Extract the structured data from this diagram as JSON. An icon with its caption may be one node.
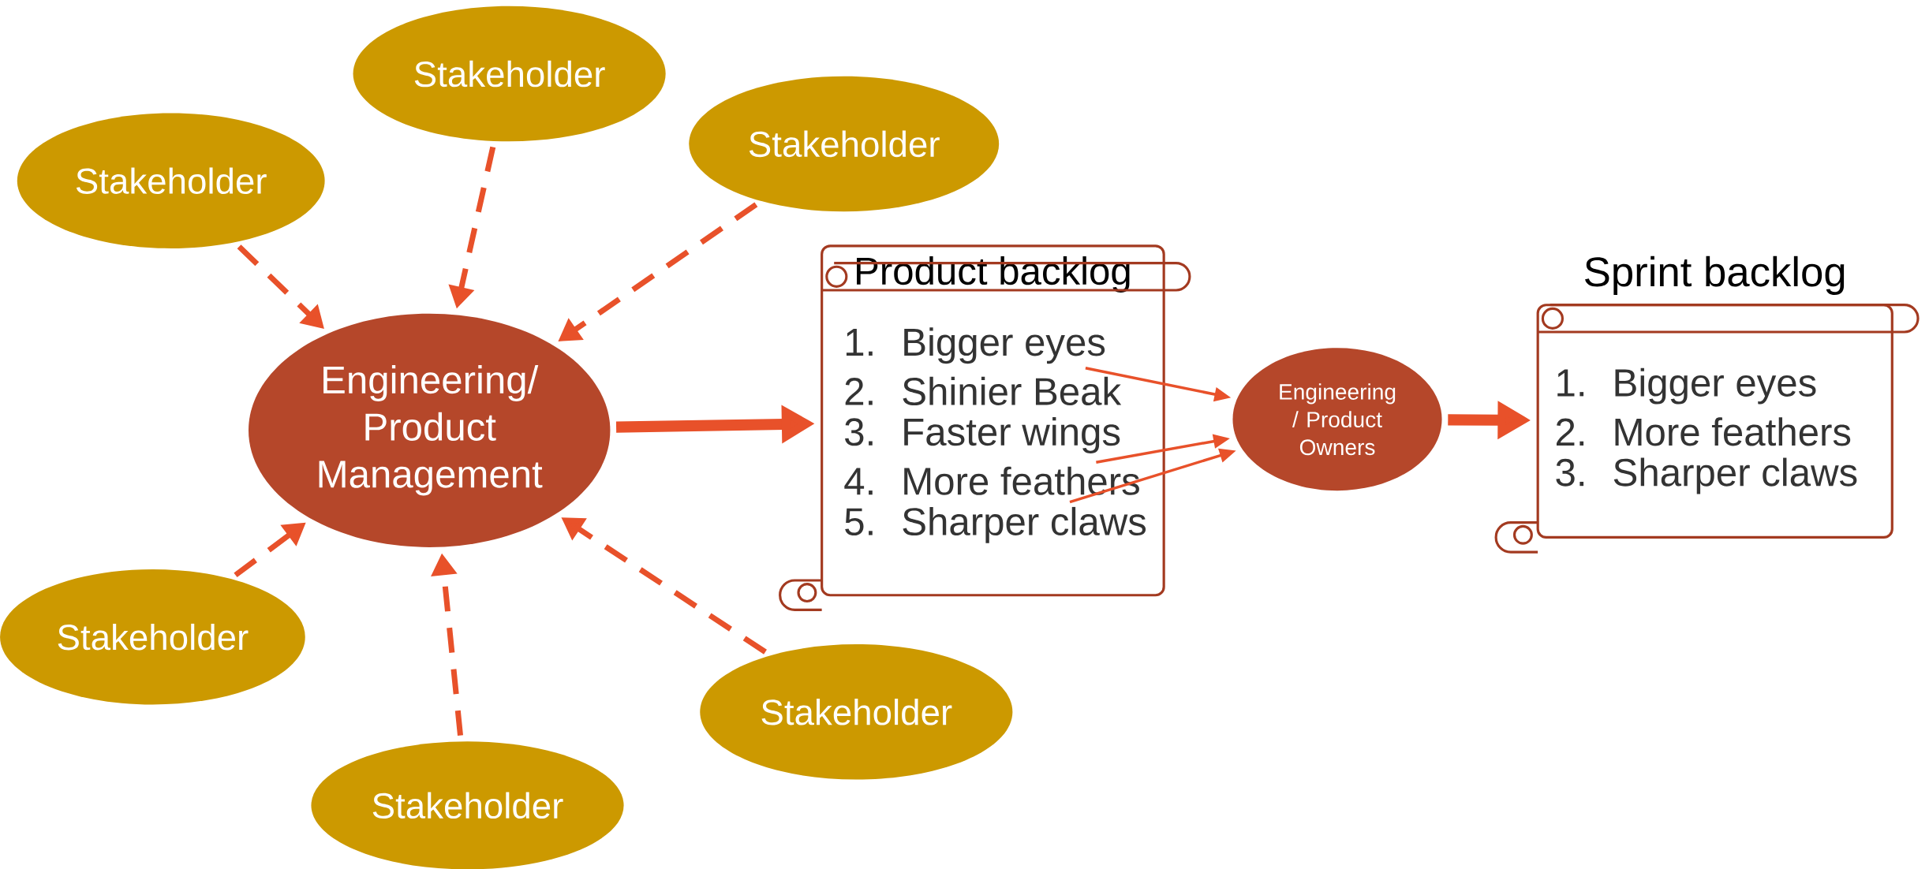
{
  "diagram": {
    "nodes": [
      {
        "text": [
          "Stakeholder"
        ]
      },
      {
        "text": [
          "Stakeholder"
        ]
      },
      {
        "text": [
          "Stakeholder"
        ]
      },
      {
        "text": [
          "Stakeholder"
        ]
      },
      {
        "text": [
          "Stakeholder"
        ]
      },
      {
        "text": [
          "Stakeholder"
        ]
      },
      {
        "text": [
          "Engineering/ Product Management"
        ]
      },
      {
        "text": [
          "Product backlog"
        ]
      },
      {
        "text": [
          "1.",
          "Bigger eyes"
        ],
        "in": 7
      },
      {
        "text": [
          "2.",
          "Shinier Beak"
        ],
        "in": 7
      },
      {
        "text": [
          "3.",
          "Faster wings"
        ],
        "in": 7
      },
      {
        "text": [
          "4.",
          "More feathers"
        ],
        "in": 7
      },
      {
        "text": [
          "5.",
          "Sharper claws"
        ],
        "in": 7
      },
      {
        "text": [
          "Engineering / Product Owners"
        ]
      },
      {
        "text": [
          "Sprint backlog"
        ]
      },
      {
        "text": [
          "1.",
          "Bigger eyes"
        ],
        "in": 14
      },
      {
        "text": [
          "2.",
          "More feathers"
        ],
        "in": 14
      },
      {
        "text": [
          "3.",
          "Sharper claws"
        ],
        "in": 14
      }
    ],
    "edges": [
      {
        "from": 0,
        "to": 6,
        "arrow": "to",
        "style": "dashed"
      },
      {
        "from": 1,
        "to": 6,
        "arrow": "to",
        "style": "dashed"
      },
      {
        "from": 2,
        "to": 6,
        "arrow": "to",
        "style": "dashed"
      },
      {
        "from": 3,
        "to": 6,
        "arrow": "to",
        "style": "dashed"
      },
      {
        "from": 4,
        "to": 6,
        "arrow": "to",
        "style": "dashed"
      },
      {
        "from": 5,
        "to": 6,
        "arrow": "to",
        "style": "dashed"
      },
      {
        "from": 6,
        "to": 7,
        "arrow": "to",
        "style": "thick"
      },
      {
        "from": 8,
        "to": 13,
        "arrow": "to"
      },
      {
        "from": 11,
        "to": 13,
        "arrow": "to"
      },
      {
        "from": 12,
        "to": 13,
        "arrow": "to"
      },
      {
        "from": 13,
        "to": 14,
        "arrow": "to",
        "style": "thick"
      }
    ]
  }
}
